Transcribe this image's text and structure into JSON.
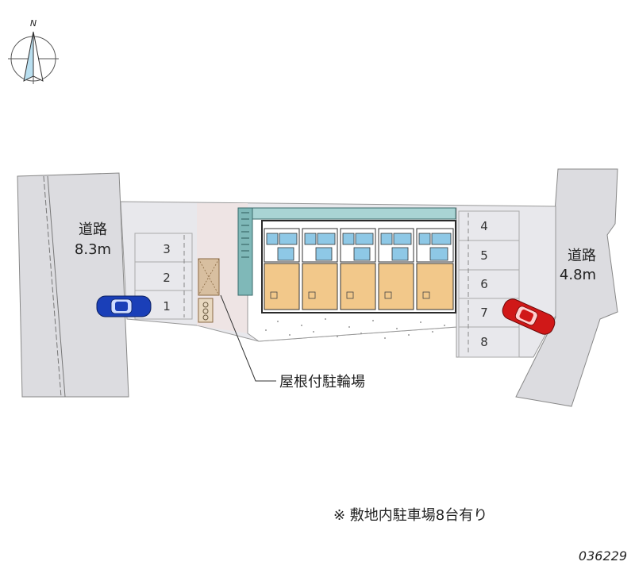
{
  "compass": {
    "north_label": "N",
    "icon": "compass-icon"
  },
  "roads": {
    "west": {
      "name": "道路",
      "width": "8.3m"
    },
    "east": {
      "name": "道路",
      "width": "4.8m"
    }
  },
  "parking_west": [
    "3",
    "2",
    "1"
  ],
  "parking_east": [
    "4",
    "5",
    "6",
    "7",
    "8"
  ],
  "bicycle_callout": "屋根付駐輪場",
  "note": "※ 敷地内駐車場8台有り",
  "id_code": "036229",
  "colors": {
    "road": "#dcdce0",
    "lot": "#e8e8ec",
    "site_pink": "#eee4e4",
    "building_wall": "#3a3a3a",
    "room_orange": "#f2c88a",
    "wet_blue": "#8ec8e6",
    "stair_teal": "#5aa7a7",
    "car_blue": "#1a3fb8",
    "car_red": "#d01818",
    "bike_shelter": "#d8bfa0"
  }
}
